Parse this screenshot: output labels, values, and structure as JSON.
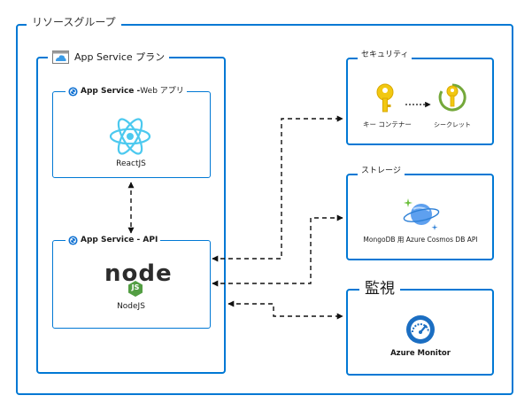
{
  "resource_group": {
    "label": "リソースグループ"
  },
  "app_service_plan": {
    "label": "App Service プラン",
    "icon": "app-service-plan-icon"
  },
  "web_app": {
    "title_bold": "App Service -",
    "title_rest": " Web アプリ",
    "component": "ReactJS",
    "icon": "react-icon"
  },
  "api_app": {
    "title": "App Service - API",
    "component": "NodeJS",
    "logo_text": "node",
    "logo_badge": "JS",
    "icon": "nodejs-icon"
  },
  "security": {
    "label": "セキュリティ",
    "key_vault": "キー コンテナー",
    "secret": "シークレット"
  },
  "storage": {
    "label": "ストレージ",
    "cosmos": "MongoDB 用 Azure Cosmos DB API"
  },
  "monitoring": {
    "label": "監視",
    "service": "Azure Monitor"
  },
  "colors": {
    "accent": "#0078d4",
    "react": "#61dafb",
    "node": "#2c2c2c",
    "node_green": "#539e43",
    "key_gold": "#f5c400",
    "secret_green": "#74a83a"
  }
}
